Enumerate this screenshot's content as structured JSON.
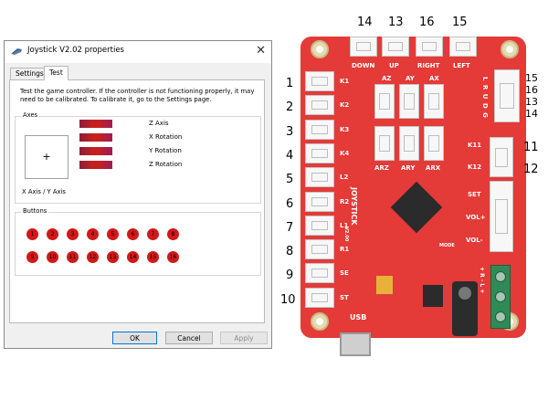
{
  "dialog": {
    "title": "Joystick V2.02 properties",
    "close_glyph": "✕",
    "tabs": [
      "Settings",
      "Test"
    ],
    "description": "Test the game controller.  If the controller is not functioning properly, it may need to be calibrated.  To calibrate it, go to the Settings page.",
    "axes_label": "Axes",
    "xy_label": "X Axis / Y Axis",
    "crosshair": "+",
    "axis_labels": [
      "Z Axis",
      "X Rotation",
      "Y Rotation",
      "Z Rotation"
    ],
    "axis_bar_color": "#c42020",
    "buttons_label": "Buttons",
    "buttons": [
      "1",
      "2",
      "3",
      "4",
      "5",
      "6",
      "7",
      "8",
      "9",
      "10",
      "11",
      "12",
      "13",
      "14",
      "15",
      "16"
    ],
    "button_color": "#d21818",
    "ok": "OK",
    "cancel": "Cancel",
    "apply": "Apply"
  },
  "board": {
    "color": "#e43a38",
    "left_labels": [
      "K1",
      "K2",
      "K3",
      "K4",
      "L2",
      "R2",
      "L1",
      "R1",
      "SE",
      "ST"
    ],
    "left_numbers": [
      "1",
      "2",
      "3",
      "4",
      "5",
      "6",
      "7",
      "8",
      "9",
      "10"
    ],
    "top_numbers": [
      "14",
      "13",
      "16",
      "15"
    ],
    "top_labels": [
      "DOWN",
      "UP",
      "RIGHT",
      "LEFT"
    ],
    "axis_labels_top": [
      "AZ",
      "AY",
      "AX"
    ],
    "axis_labels_bottom": [
      "ARZ",
      "ARY",
      "ARX"
    ],
    "right_labels": [
      "K11",
      "K12",
      "SET",
      "VOL+",
      "VOL-"
    ],
    "right_numbers": [
      "11",
      "12"
    ],
    "side_numbers": [
      "15",
      "16",
      "13",
      "14"
    ],
    "side_text": "L R U D G",
    "brand": "JOYSTICK",
    "brand_version": "V2.00",
    "mode": "MODE",
    "usb": "USB",
    "terminal_text": "+ R - L +"
  }
}
